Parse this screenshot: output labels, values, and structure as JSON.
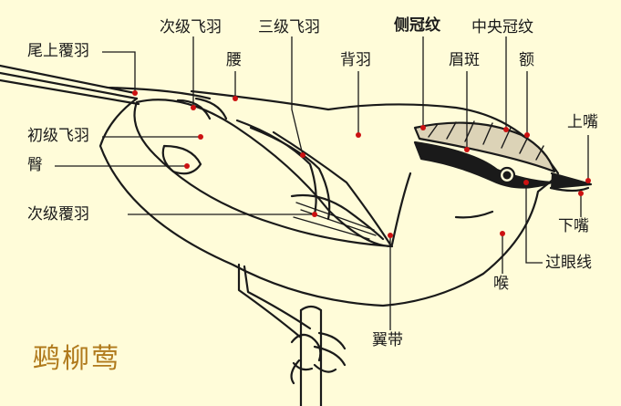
{
  "title": "鹀柳莺",
  "colors": {
    "background": "#fffcd9",
    "outline": "#1a1a1a",
    "marker": "#cc1111",
    "title": "#b07a1c"
  },
  "labels": {
    "tail_coverts": "尾上覆羽",
    "primaries": "初级飞羽",
    "rump": "臀",
    "secondary_coverts": "次级覆羽",
    "secondaries": "次级飞羽",
    "lower_back": "腰",
    "tertials": "三级飞羽",
    "back": "背羽",
    "lateral_crown_stripe": "侧冠纹",
    "supercilium": "眉斑",
    "central_crown_stripe": "中央冠纹",
    "forehead": "额",
    "upper_mandible": "上嘴",
    "lower_mandible": "下嘴",
    "eye_stripe": "过眼线",
    "throat": "喉",
    "wing_bar": "翼带"
  }
}
